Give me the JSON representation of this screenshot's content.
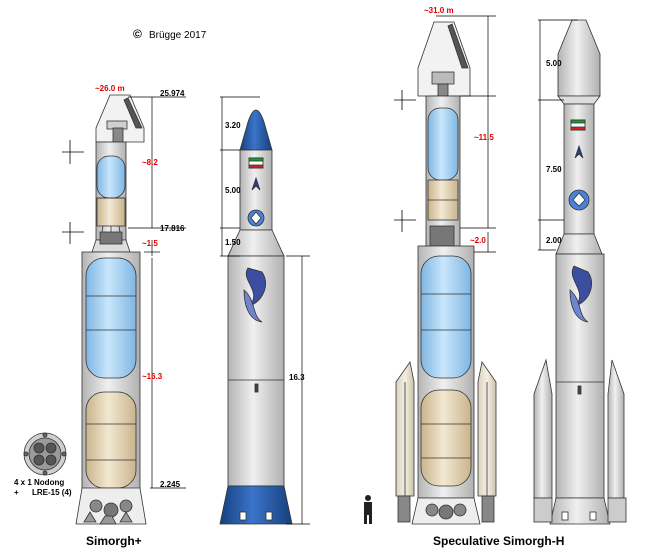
{
  "header": {
    "copyright_symbol": "©",
    "copyright_text": "Brügge 2017"
  },
  "colors": {
    "tank_blue": "#a9d3f1",
    "tank_tan": "#e2d2b4",
    "nose_blue": "#1f55a8",
    "body_grey": "#dcdcdc",
    "dim_red": "#e00000"
  },
  "simorgh_plus": {
    "caption": "Simorgh+",
    "total_height": "~26.0 m",
    "levels": {
      "top": "25.974",
      "interstage": "17.816",
      "bottom": "2.245"
    },
    "segments": {
      "upper": "~8.2",
      "interstage": "~1.5",
      "first_stage": "~16.3"
    },
    "profile_dims": {
      "fairing": "3.20",
      "upper": "5.00",
      "adapter": "1.50",
      "first_stage": "16.3"
    },
    "engine_note": {
      "line1": "4 x 1 Nodong",
      "line2_prefix": "+",
      "line2": "LRE-15 (4)"
    }
  },
  "simorgh_h": {
    "caption": "Speculative Simorgh-H",
    "total_height": "~31.0 m",
    "segments": {
      "upper": "~11.5",
      "interstage": "~2.0"
    },
    "profile_dims": {
      "fairing": "5.00",
      "upper": "7.50",
      "adapter": "2.00"
    }
  },
  "icons": [
    "iran-flag-icon",
    "emblem-icon",
    "phoenix-logo-icon",
    "person-scale-icon",
    "engine-cluster-icon"
  ]
}
